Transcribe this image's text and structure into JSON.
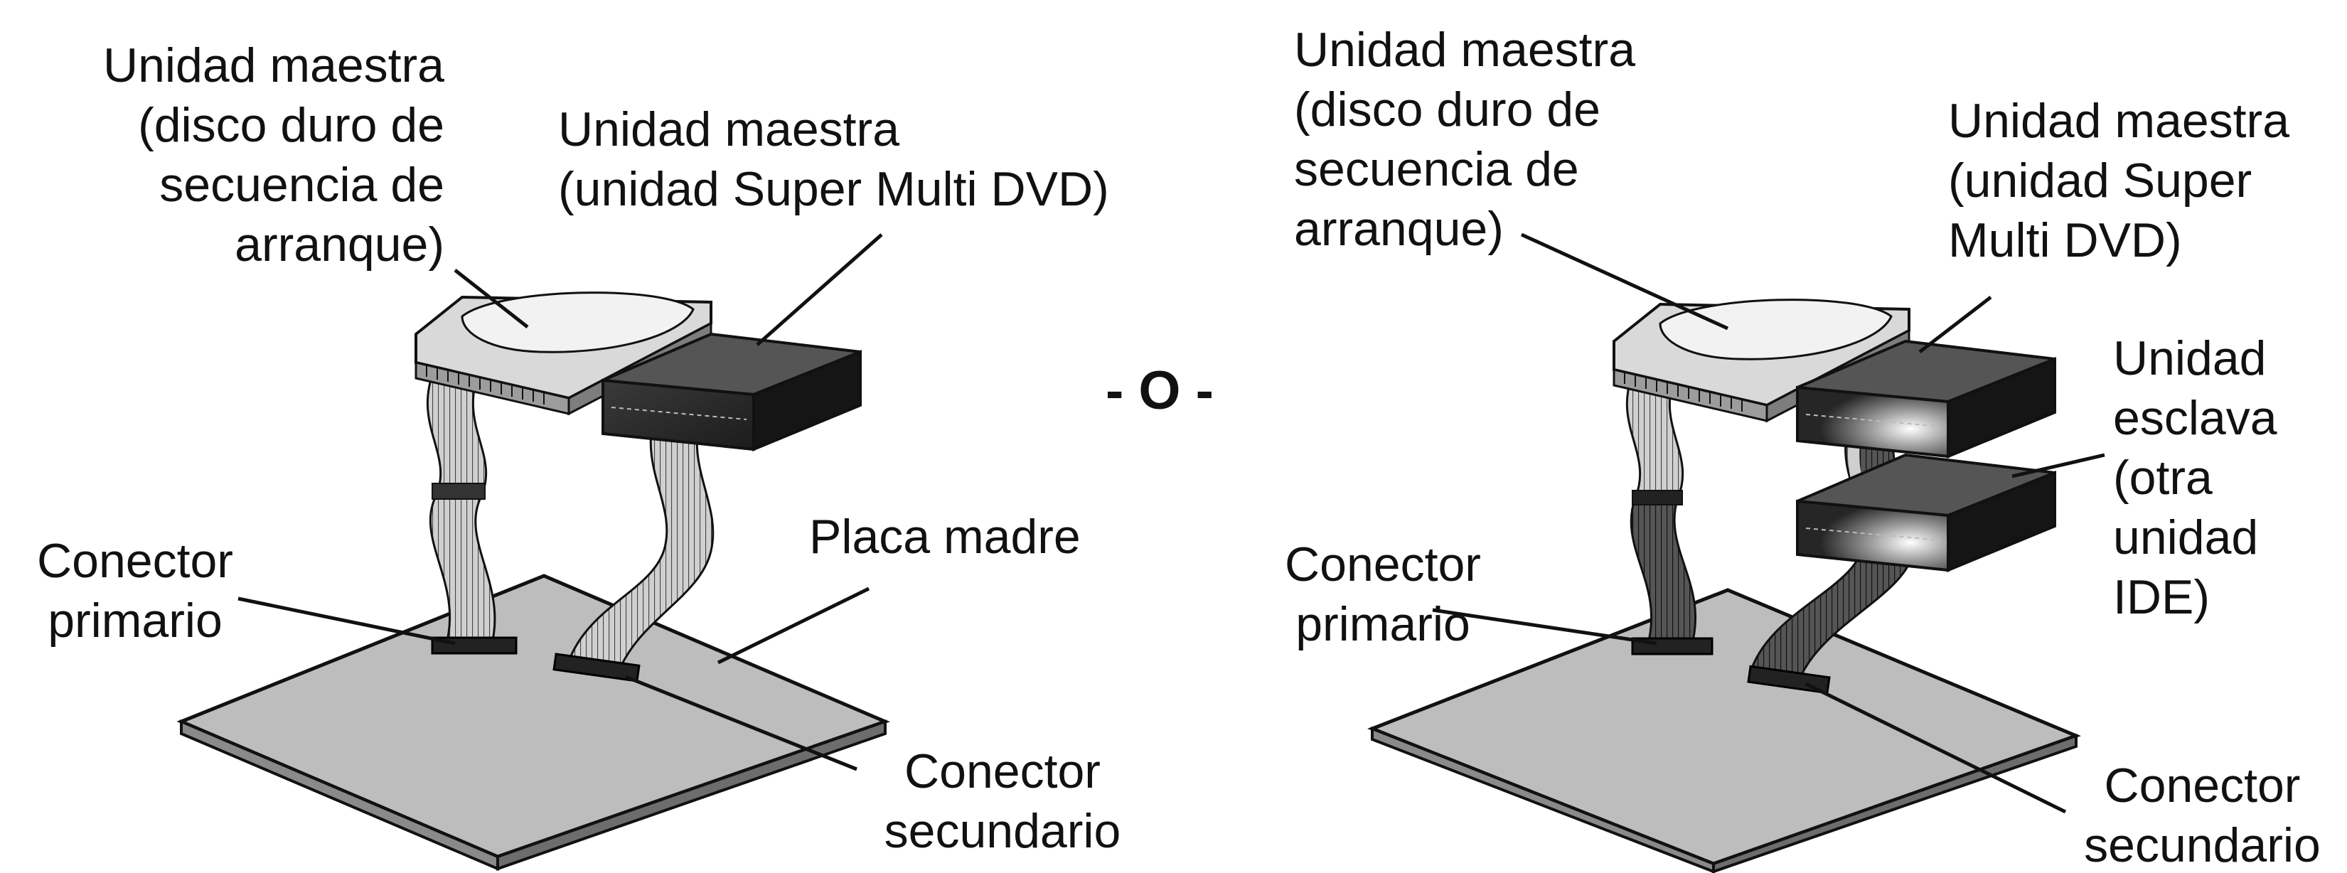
{
  "separator": "- O -",
  "left": {
    "master_disk": "Unidad maestra\n(disco duro de\nsecuencia de\narranque)",
    "master_dvd": "Unidad maestra\n(unidad Super Multi DVD)",
    "primary_connector": "Conector\nprimario",
    "motherboard": "Placa madre",
    "secondary_connector": "Conector\nsecundario"
  },
  "right": {
    "master_disk": "Unidad maestra\n(disco duro de\nsecuencia de\narranque)",
    "master_dvd": "Unidad maestra\n(unidad Super\nMulti DVD)",
    "slave_drive": "Unidad\nesclava\n(otra\nunidad\nIDE)",
    "primary_connector": "Conector\nprimario",
    "secondary_connector": "Conector\nsecundario"
  },
  "colors": {
    "board": "#bdbdbd",
    "drive_dark": "#2b2b2b",
    "disk_light": "#e6e6e6",
    "cable": "#9a9a9a",
    "line": "#111111"
  }
}
